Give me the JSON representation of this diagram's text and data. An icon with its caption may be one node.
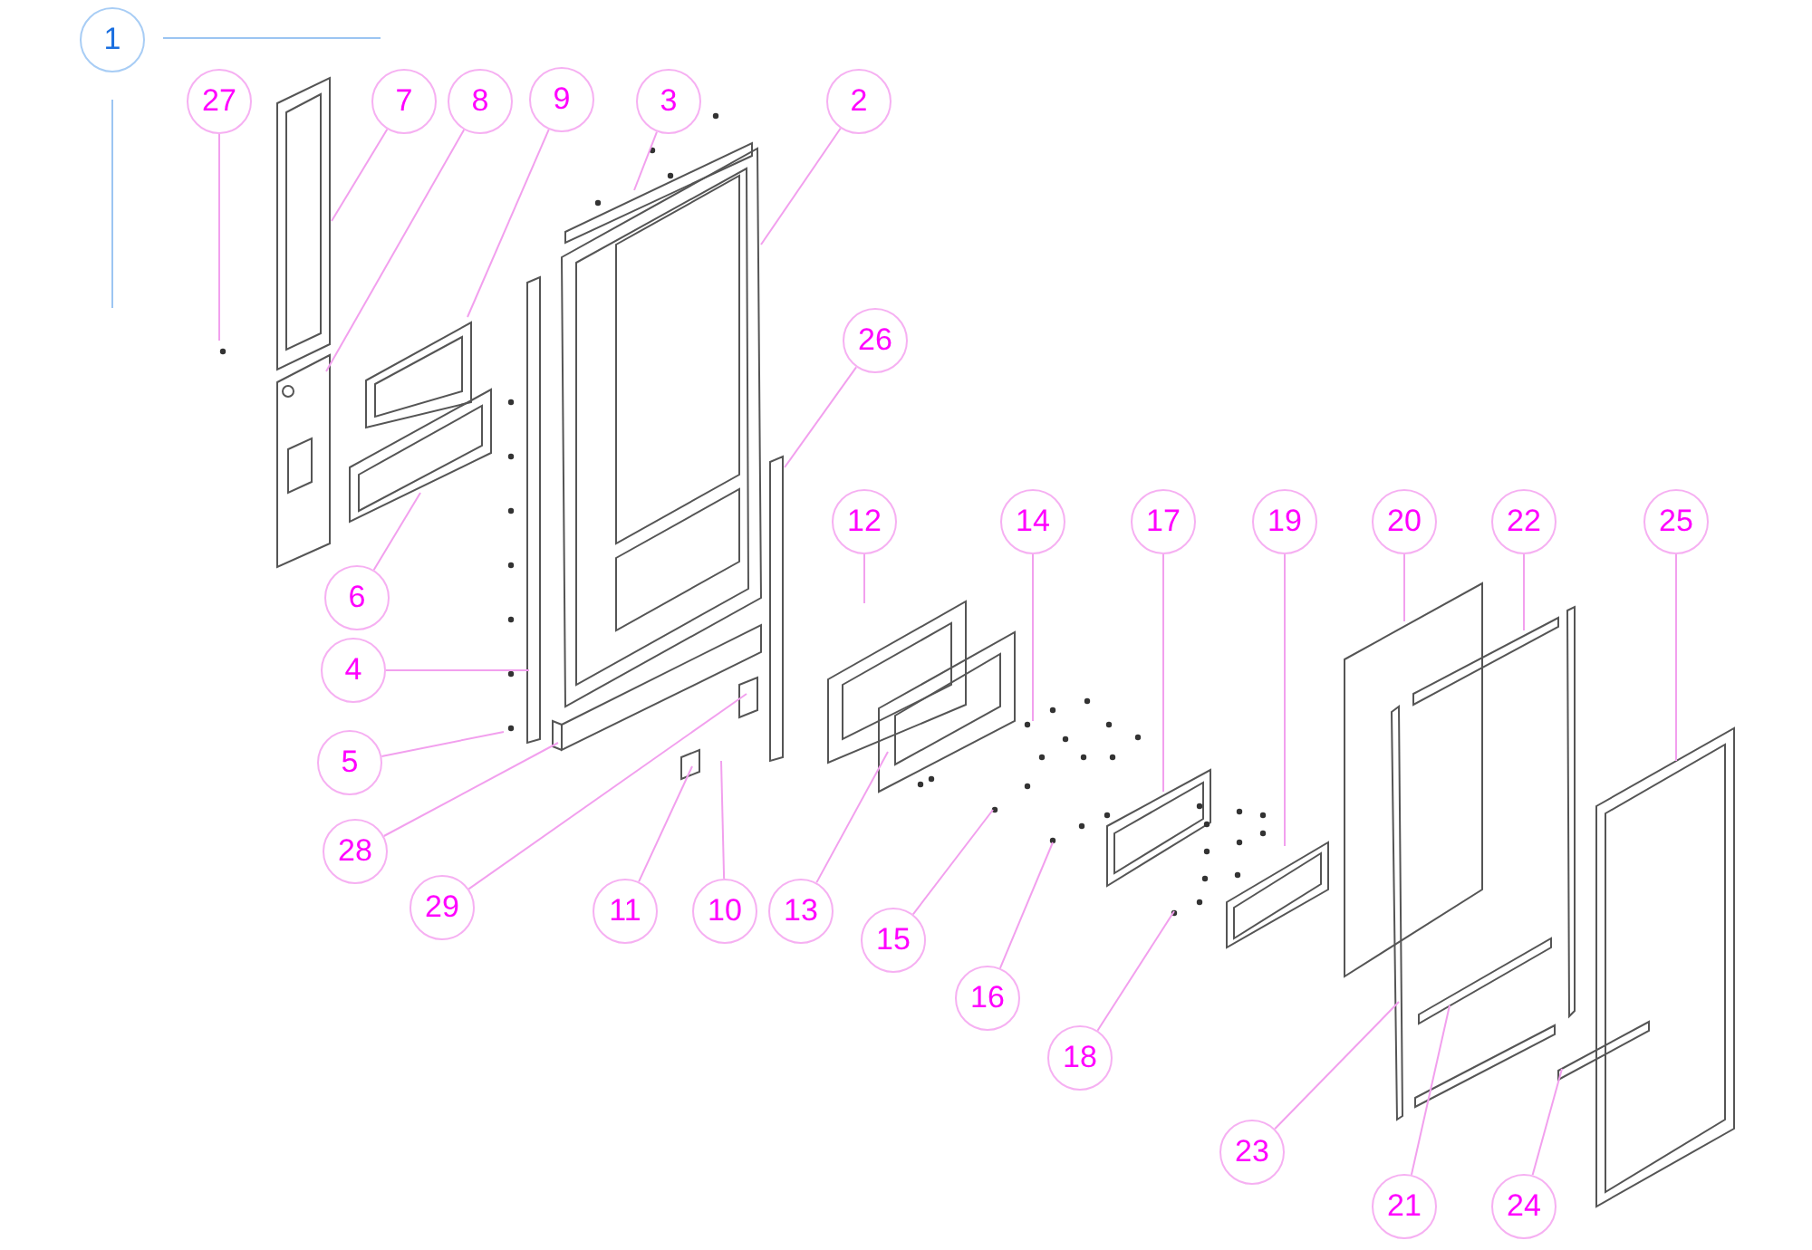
{
  "diagram": {
    "nodes": [
      {
        "text": [
          "1"
        ]
      },
      {
        "text": [
          "27"
        ]
      },
      {
        "text": [
          "7"
        ]
      },
      {
        "text": [
          "8"
        ]
      },
      {
        "text": [
          "9"
        ]
      },
      {
        "text": [
          "3"
        ]
      },
      {
        "text": [
          "2"
        ]
      },
      {
        "text": [
          "26"
        ]
      },
      {
        "text": [
          "6"
        ]
      },
      {
        "text": [
          "12"
        ]
      },
      {
        "text": [
          "14"
        ]
      },
      {
        "text": [
          "17"
        ]
      },
      {
        "text": [
          "19"
        ]
      },
      {
        "text": [
          "20"
        ]
      },
      {
        "text": [
          "22"
        ]
      },
      {
        "text": [
          "25"
        ]
      },
      {
        "text": [
          "4"
        ]
      },
      {
        "text": [
          "5"
        ]
      },
      {
        "text": [
          "28"
        ]
      },
      {
        "text": [
          "29"
        ]
      },
      {
        "text": [
          "11"
        ]
      },
      {
        "text": [
          "10"
        ]
      },
      {
        "text": [
          "13"
        ]
      },
      {
        "text": [
          "15"
        ]
      },
      {
        "text": [
          "16"
        ]
      },
      {
        "text": [
          "18"
        ]
      },
      {
        "text": [
          "23"
        ]
      },
      {
        "text": [
          "21"
        ]
      },
      {
        "text": [
          "24"
        ]
      }
    ],
    "edges": [
      {
        "from": 1,
        "to": null,
        "arrow": "none"
      },
      {
        "from": 2,
        "to": null,
        "arrow": "none"
      },
      {
        "from": 3,
        "to": null,
        "arrow": "none"
      },
      {
        "from": 4,
        "to": null,
        "arrow": "none"
      },
      {
        "from": 5,
        "to": null,
        "arrow": "none"
      },
      {
        "from": 6,
        "to": null,
        "arrow": "none"
      },
      {
        "from": 7,
        "to": null,
        "arrow": "none"
      },
      {
        "from": 8,
        "to": null,
        "arrow": "none"
      },
      {
        "from": 9,
        "to": null,
        "arrow": "none"
      },
      {
        "from": 10,
        "to": null,
        "arrow": "none"
      },
      {
        "from": 11,
        "to": null,
        "arrow": "none"
      },
      {
        "from": 12,
        "to": null,
        "arrow": "none"
      },
      {
        "from": 13,
        "to": null,
        "arrow": "none"
      },
      {
        "from": 14,
        "to": null,
        "arrow": "none"
      },
      {
        "from": 15,
        "to": null,
        "arrow": "none"
      },
      {
        "from": 16,
        "to": null,
        "arrow": "none"
      },
      {
        "from": 17,
        "to": null,
        "arrow": "none"
      },
      {
        "from": 18,
        "to": null,
        "arrow": "none"
      },
      {
        "from": 19,
        "to": null,
        "arrow": "none"
      },
      {
        "from": 20,
        "to": null,
        "arrow": "none"
      },
      {
        "from": 21,
        "to": null,
        "arrow": "none"
      },
      {
        "from": 22,
        "to": null,
        "arrow": "none"
      },
      {
        "from": 23,
        "to": null,
        "arrow": "none"
      },
      {
        "from": 24,
        "to": null,
        "arrow": "none"
      },
      {
        "from": 25,
        "to": null,
        "arrow": "none"
      },
      {
        "from": 26,
        "to": null,
        "arrow": "none"
      },
      {
        "from": 27,
        "to": null,
        "arrow": "none"
      },
      {
        "from": 28,
        "to": null,
        "arrow": "none"
      }
    ]
  }
}
